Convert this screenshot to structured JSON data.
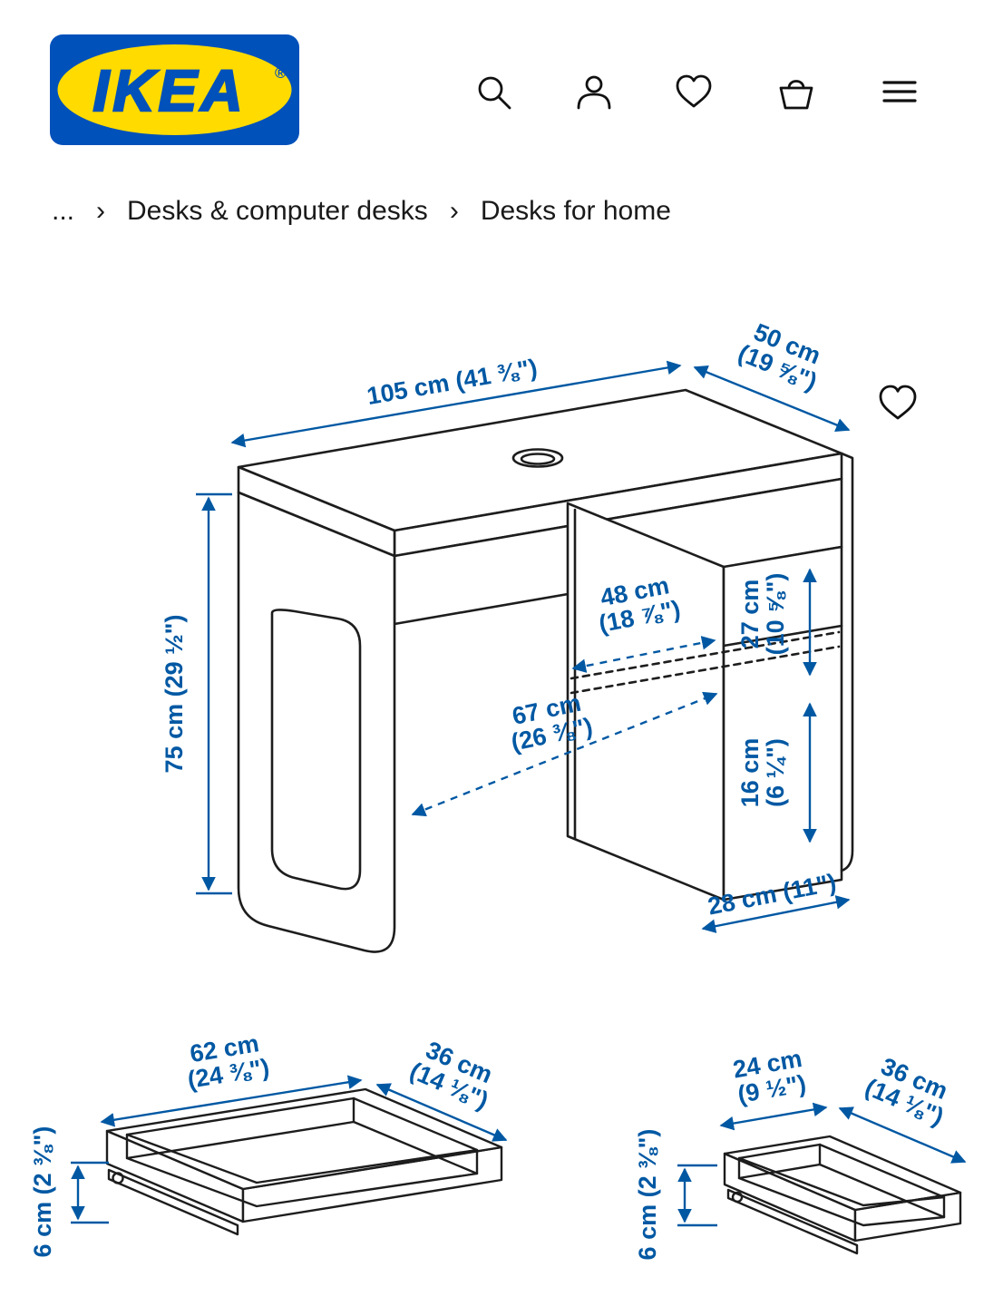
{
  "colors": {
    "brand_blue": "#0051BA",
    "brand_yellow": "#FFDB00",
    "dimension_blue": "#0058A3",
    "line_dark": "#1d1d1d"
  },
  "header": {
    "logo": {
      "text": "IKEA",
      "reg": "®"
    },
    "icons": [
      {
        "id": "search-icon"
      },
      {
        "id": "account-icon"
      },
      {
        "id": "favorites-heart-icon"
      },
      {
        "id": "basket-icon"
      },
      {
        "id": "menu-icon"
      }
    ]
  },
  "breadcrumb": {
    "separator": "›",
    "items": [
      {
        "label": "..."
      },
      {
        "label": "Desks & computer desks"
      },
      {
        "label": "Desks for home"
      }
    ]
  },
  "diagram": {
    "desk": {
      "width": "105 cm (41 ⅜\")",
      "depth_l1": "50 cm",
      "depth_l2": "(19 ⅝\")",
      "height": "75 cm (29 ½\")",
      "inner_width_l1": "48 cm",
      "inner_width_l2": "(18 ⅞\")",
      "upper_compartment_l1": "27 cm",
      "upper_compartment_l2": "(10 ⅝\")",
      "knee_depth_l1": "67 cm",
      "knee_depth_l2": "(26 ⅜\")",
      "lower_compartment_l1": "16 cm",
      "lower_compartment_l2": "(6 ¼\")",
      "cabinet_width": "28 cm (11\")"
    },
    "large_drawer": {
      "width_l1": "62 cm",
      "width_l2": "(24 ⅜\")",
      "depth_l1": "36 cm",
      "depth_l2": "(14 ⅛\")",
      "height": "6 cm (2 ⅜\")"
    },
    "small_drawer": {
      "width_l1": "24 cm",
      "width_l2": "(9 ½\")",
      "depth_l1": "36 cm",
      "depth_l2": "(14 ⅛\")",
      "height": "6 cm (2 ⅜\")"
    }
  }
}
